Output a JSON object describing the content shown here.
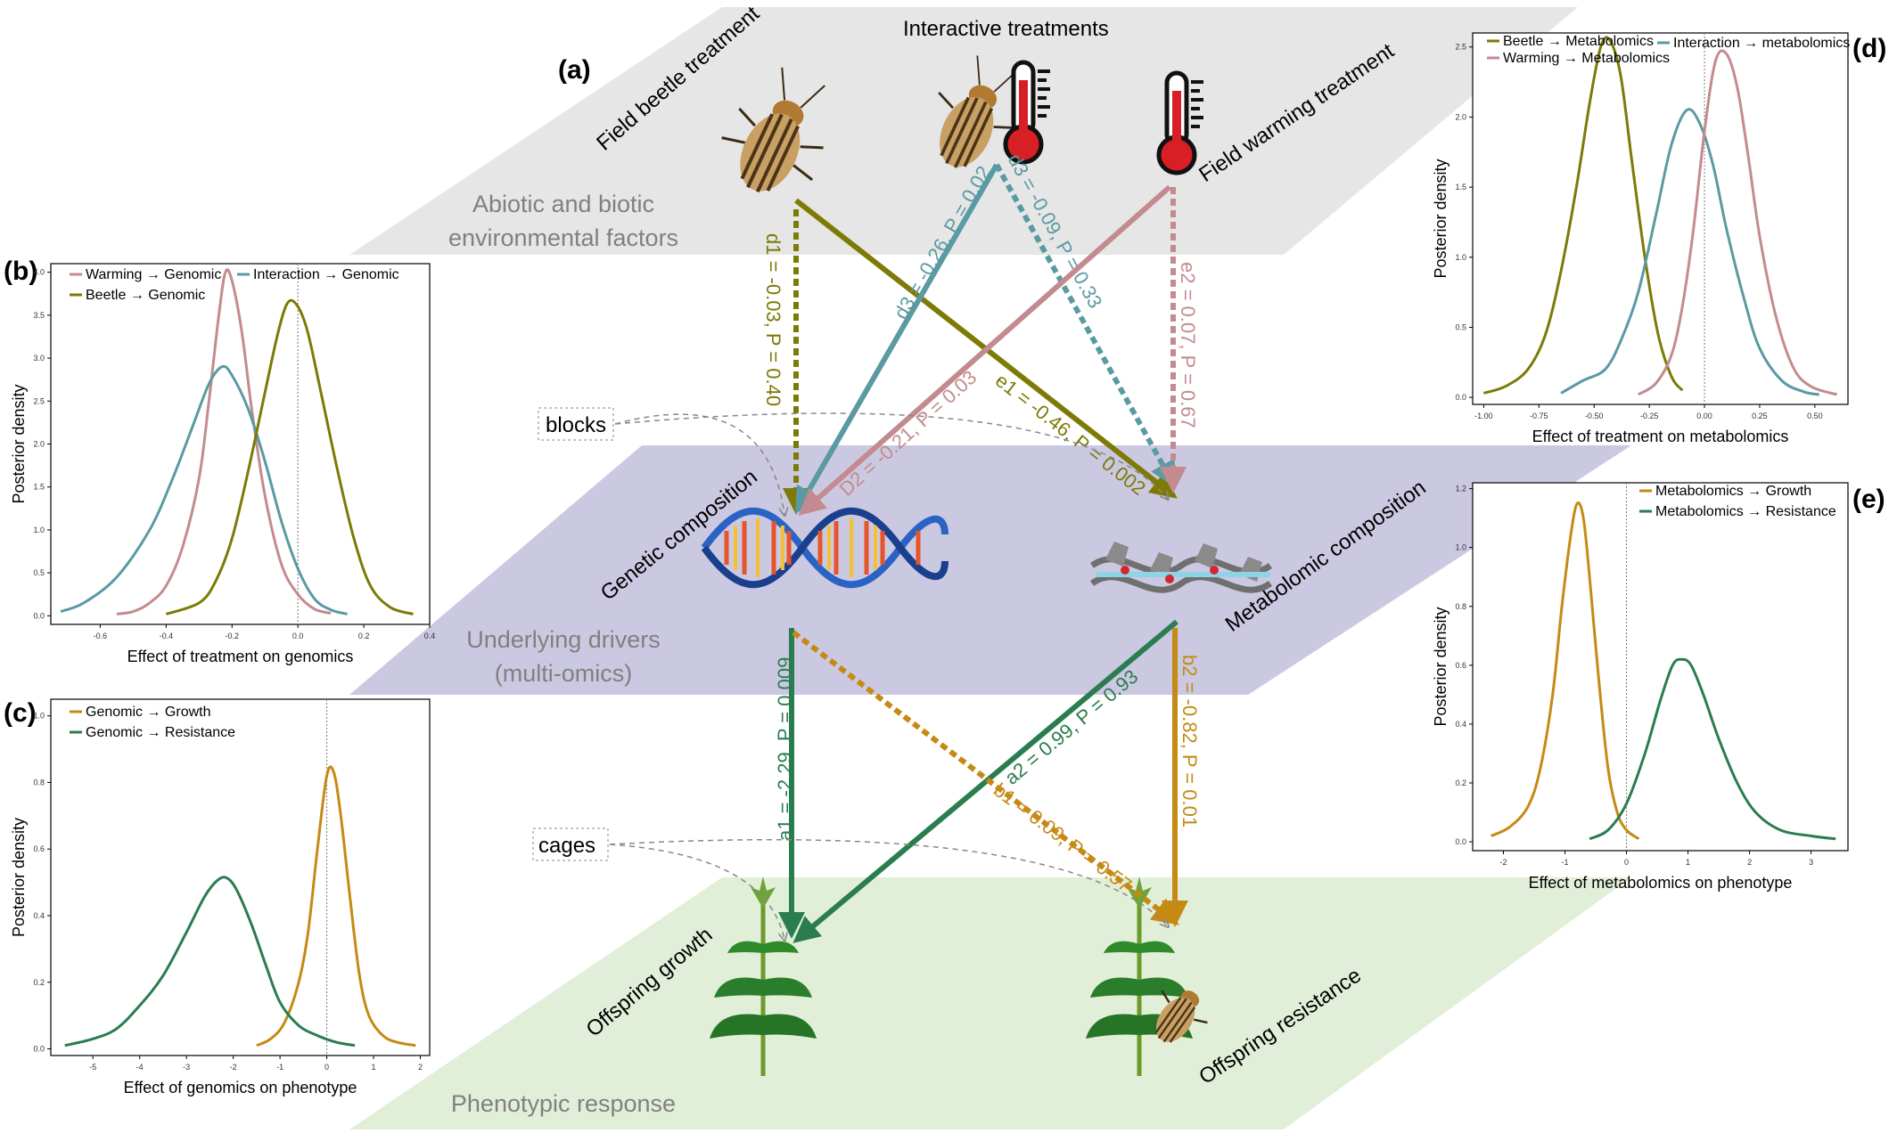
{
  "colors": {
    "warming": "#c38b8f",
    "interaction": "#5a9aa3",
    "beetle": "#7d7a06",
    "growth": "#c58a13",
    "resistance": "#2a7d4f",
    "plane_top": "#e6e6e6",
    "plane_mid": "#cbc8e2",
    "plane_bottom": "#e2efd8"
  },
  "panels": {
    "a": "(a)",
    "b": "(b)",
    "c": "(c)",
    "d": "(d)",
    "e": "(e)"
  },
  "planes": {
    "top": [
      "Abiotic and biotic",
      "environmental factors"
    ],
    "middle": [
      "Underlying drivers",
      "(multi-omics)"
    ],
    "bottom": "Phenotypic response"
  },
  "nodes": {
    "interactive": "Interactive treatments",
    "beetle": "Field beetle treatment",
    "warming": "Field warming treatment",
    "genetic": "Genetic composition",
    "metabolomic": "Metabolomic composition",
    "growth": "Offspring growth",
    "resistance": "Offspring resistance",
    "blocks": "blocks",
    "cages": "cages"
  },
  "paths": {
    "d1": "d1 = -0.03, P = 0.40",
    "d3_left": "d3 = -0.26, P = 0.02",
    "d3_right": "d3 = -0.09, P = 0.33",
    "e2": "e2 = 0.07, P = 0.67",
    "D2": "D2 = -0.21, P = 0.03",
    "e1": "e1 = -0.46, P = 0.002",
    "a1": "a1 = -2.29, P = 0.009",
    "a2": "a2 = 0.99, P = 0.93",
    "b1": "b1 = 0.09, P = 0.57",
    "b2": "b2 = -0.82, P = 0.01"
  },
  "chart_data": [
    {
      "id": "b",
      "type": "line",
      "xlabel": "Effect of treatment on genomics",
      "ylabel": "Posterior density",
      "xlim": [
        -0.75,
        0.4
      ],
      "ylim": [
        -0.1,
        4.1
      ],
      "xticks": [
        "-0.6",
        "-0.4",
        "-0.2",
        "0.0",
        "0.2",
        "0.4"
      ],
      "yticks": [
        "0.0",
        "0.5",
        "1.0",
        "1.5",
        "2.0",
        "2.5",
        "3.0",
        "3.5",
        "4.0"
      ],
      "series": [
        {
          "name": "Warming → Genomic",
          "color": "warming",
          "x": [
            -0.55,
            -0.5,
            -0.45,
            -0.4,
            -0.35,
            -0.3,
            -0.27,
            -0.24,
            -0.22,
            -0.2,
            -0.17,
            -0.14,
            -0.1,
            -0.05,
            0.0,
            0.05,
            0.1
          ],
          "y": [
            0.02,
            0.05,
            0.15,
            0.35,
            0.8,
            1.6,
            2.5,
            3.5,
            4.0,
            3.9,
            3.3,
            2.4,
            1.4,
            0.6,
            0.25,
            0.08,
            0.03
          ]
        },
        {
          "name": "Interaction → Genomic",
          "color": "interaction",
          "x": [
            -0.72,
            -0.65,
            -0.55,
            -0.45,
            -0.38,
            -0.32,
            -0.27,
            -0.23,
            -0.2,
            -0.15,
            -0.1,
            -0.05,
            0.0,
            0.05,
            0.1,
            0.15
          ],
          "y": [
            0.05,
            0.15,
            0.45,
            1.0,
            1.6,
            2.2,
            2.7,
            2.9,
            2.8,
            2.4,
            1.8,
            1.1,
            0.55,
            0.2,
            0.07,
            0.02
          ]
        },
        {
          "name": "Beetle → Genomic",
          "color": "beetle",
          "x": [
            -0.4,
            -0.3,
            -0.25,
            -0.2,
            -0.15,
            -0.1,
            -0.06,
            -0.03,
            0.0,
            0.03,
            0.07,
            0.12,
            0.17,
            0.22,
            0.28,
            0.35
          ],
          "y": [
            0.02,
            0.15,
            0.4,
            0.9,
            1.7,
            2.6,
            3.3,
            3.65,
            3.6,
            3.3,
            2.6,
            1.7,
            0.9,
            0.35,
            0.1,
            0.02
          ]
        }
      ]
    },
    {
      "id": "c",
      "type": "line",
      "xlabel": "Effect of genomics on phenotype",
      "ylabel": "Posterior density",
      "xlim": [
        -5.9,
        2.2
      ],
      "ylim": [
        -0.02,
        1.05
      ],
      "xticks": [
        "-5",
        "-4",
        "-3",
        "-2",
        "-1",
        "0",
        "1",
        "2"
      ],
      "yticks": [
        "0.0",
        "0.2",
        "0.4",
        "0.6",
        "0.8",
        "1.0"
      ],
      "series": [
        {
          "name": "Genomic → Growth",
          "color": "growth",
          "x": [
            -1.5,
            -1.2,
            -0.9,
            -0.6,
            -0.4,
            -0.2,
            0.0,
            0.15,
            0.3,
            0.5,
            0.7,
            0.9,
            1.2,
            1.5,
            1.9
          ],
          "y": [
            0.01,
            0.03,
            0.08,
            0.2,
            0.35,
            0.6,
            0.82,
            0.83,
            0.7,
            0.45,
            0.22,
            0.1,
            0.04,
            0.02,
            0.01
          ]
        },
        {
          "name": "Genomic → Resistance",
          "color": "resistance",
          "x": [
            -5.6,
            -5.0,
            -4.5,
            -4.0,
            -3.5,
            -3.0,
            -2.6,
            -2.3,
            -2.1,
            -1.9,
            -1.6,
            -1.3,
            -1.0,
            -0.6,
            -0.2,
            0.2,
            0.6
          ],
          "y": [
            0.01,
            0.03,
            0.06,
            0.13,
            0.22,
            0.35,
            0.46,
            0.51,
            0.51,
            0.47,
            0.37,
            0.25,
            0.14,
            0.07,
            0.04,
            0.02,
            0.01
          ]
        }
      ]
    },
    {
      "id": "d",
      "type": "line",
      "xlabel": "Effect of treatment on metabolomics",
      "ylabel": "Posterior density",
      "xlim": [
        -1.05,
        0.65
      ],
      "ylim": [
        -0.05,
        2.6
      ],
      "xticks": [
        "-1.00",
        "-0.75",
        "-0.50",
        "-0.25",
        "0.00",
        "0.25",
        "0.50"
      ],
      "yticks": [
        "0.0",
        "0.5",
        "1.0",
        "1.5",
        "2.0",
        "2.5"
      ],
      "series": [
        {
          "name": "Beetle → Metabolomics",
          "color": "beetle",
          "x": [
            -1.0,
            -0.9,
            -0.8,
            -0.72,
            -0.65,
            -0.58,
            -0.52,
            -0.47,
            -0.43,
            -0.38,
            -0.33,
            -0.27,
            -0.21,
            -0.15,
            -0.1
          ],
          "y": [
            0.03,
            0.08,
            0.2,
            0.45,
            0.9,
            1.5,
            2.1,
            2.5,
            2.55,
            2.3,
            1.7,
            1.0,
            0.45,
            0.15,
            0.05
          ]
        },
        {
          "name": "Interaction → metabolomics",
          "color": "interaction",
          "x": [
            -0.65,
            -0.55,
            -0.45,
            -0.38,
            -0.3,
            -0.22,
            -0.15,
            -0.08,
            -0.02,
            0.04,
            0.1,
            0.18,
            0.25,
            0.35,
            0.45,
            0.52
          ],
          "y": [
            0.03,
            0.12,
            0.2,
            0.4,
            0.75,
            1.3,
            1.8,
            2.05,
            1.95,
            1.65,
            1.2,
            0.7,
            0.35,
            0.12,
            0.04,
            0.02
          ]
        },
        {
          "name": "Warming → Metabolomics",
          "color": "warming",
          "x": [
            -0.3,
            -0.22,
            -0.15,
            -0.1,
            -0.05,
            0.0,
            0.05,
            0.1,
            0.15,
            0.2,
            0.25,
            0.32,
            0.4,
            0.48,
            0.6
          ],
          "y": [
            0.02,
            0.1,
            0.3,
            0.65,
            1.2,
            1.9,
            2.4,
            2.45,
            2.2,
            1.7,
            1.15,
            0.6,
            0.22,
            0.08,
            0.02
          ]
        }
      ]
    },
    {
      "id": "e",
      "type": "line",
      "xlabel": "Effect of metabolomics on phenotype",
      "ylabel": "Posterior density",
      "xlim": [
        -2.5,
        3.6
      ],
      "ylim": [
        -0.03,
        1.22
      ],
      "xticks": [
        "-2",
        "-1",
        "0",
        "1",
        "2",
        "3"
      ],
      "yticks": [
        "0.0",
        "0.2",
        "0.4",
        "0.6",
        "0.8",
        "1.0",
        "1.2"
      ],
      "series": [
        {
          "name": "Metabolomics → Growth",
          "color": "growth",
          "x": [
            -2.2,
            -1.9,
            -1.6,
            -1.4,
            -1.2,
            -1.05,
            -0.9,
            -0.8,
            -0.7,
            -0.6,
            -0.45,
            -0.3,
            -0.15,
            0.0,
            0.2
          ],
          "y": [
            0.02,
            0.05,
            0.12,
            0.25,
            0.5,
            0.8,
            1.05,
            1.15,
            1.1,
            0.9,
            0.55,
            0.25,
            0.1,
            0.04,
            0.01
          ]
        },
        {
          "name": "Metabolomics → Resistance",
          "color": "resistance",
          "x": [
            -0.6,
            -0.3,
            0.0,
            0.3,
            0.55,
            0.75,
            0.9,
            1.05,
            1.25,
            1.5,
            1.8,
            2.1,
            2.5,
            3.0,
            3.4
          ],
          "y": [
            0.01,
            0.04,
            0.13,
            0.3,
            0.48,
            0.6,
            0.62,
            0.6,
            0.5,
            0.35,
            0.2,
            0.1,
            0.04,
            0.02,
            0.01
          ]
        }
      ]
    }
  ]
}
